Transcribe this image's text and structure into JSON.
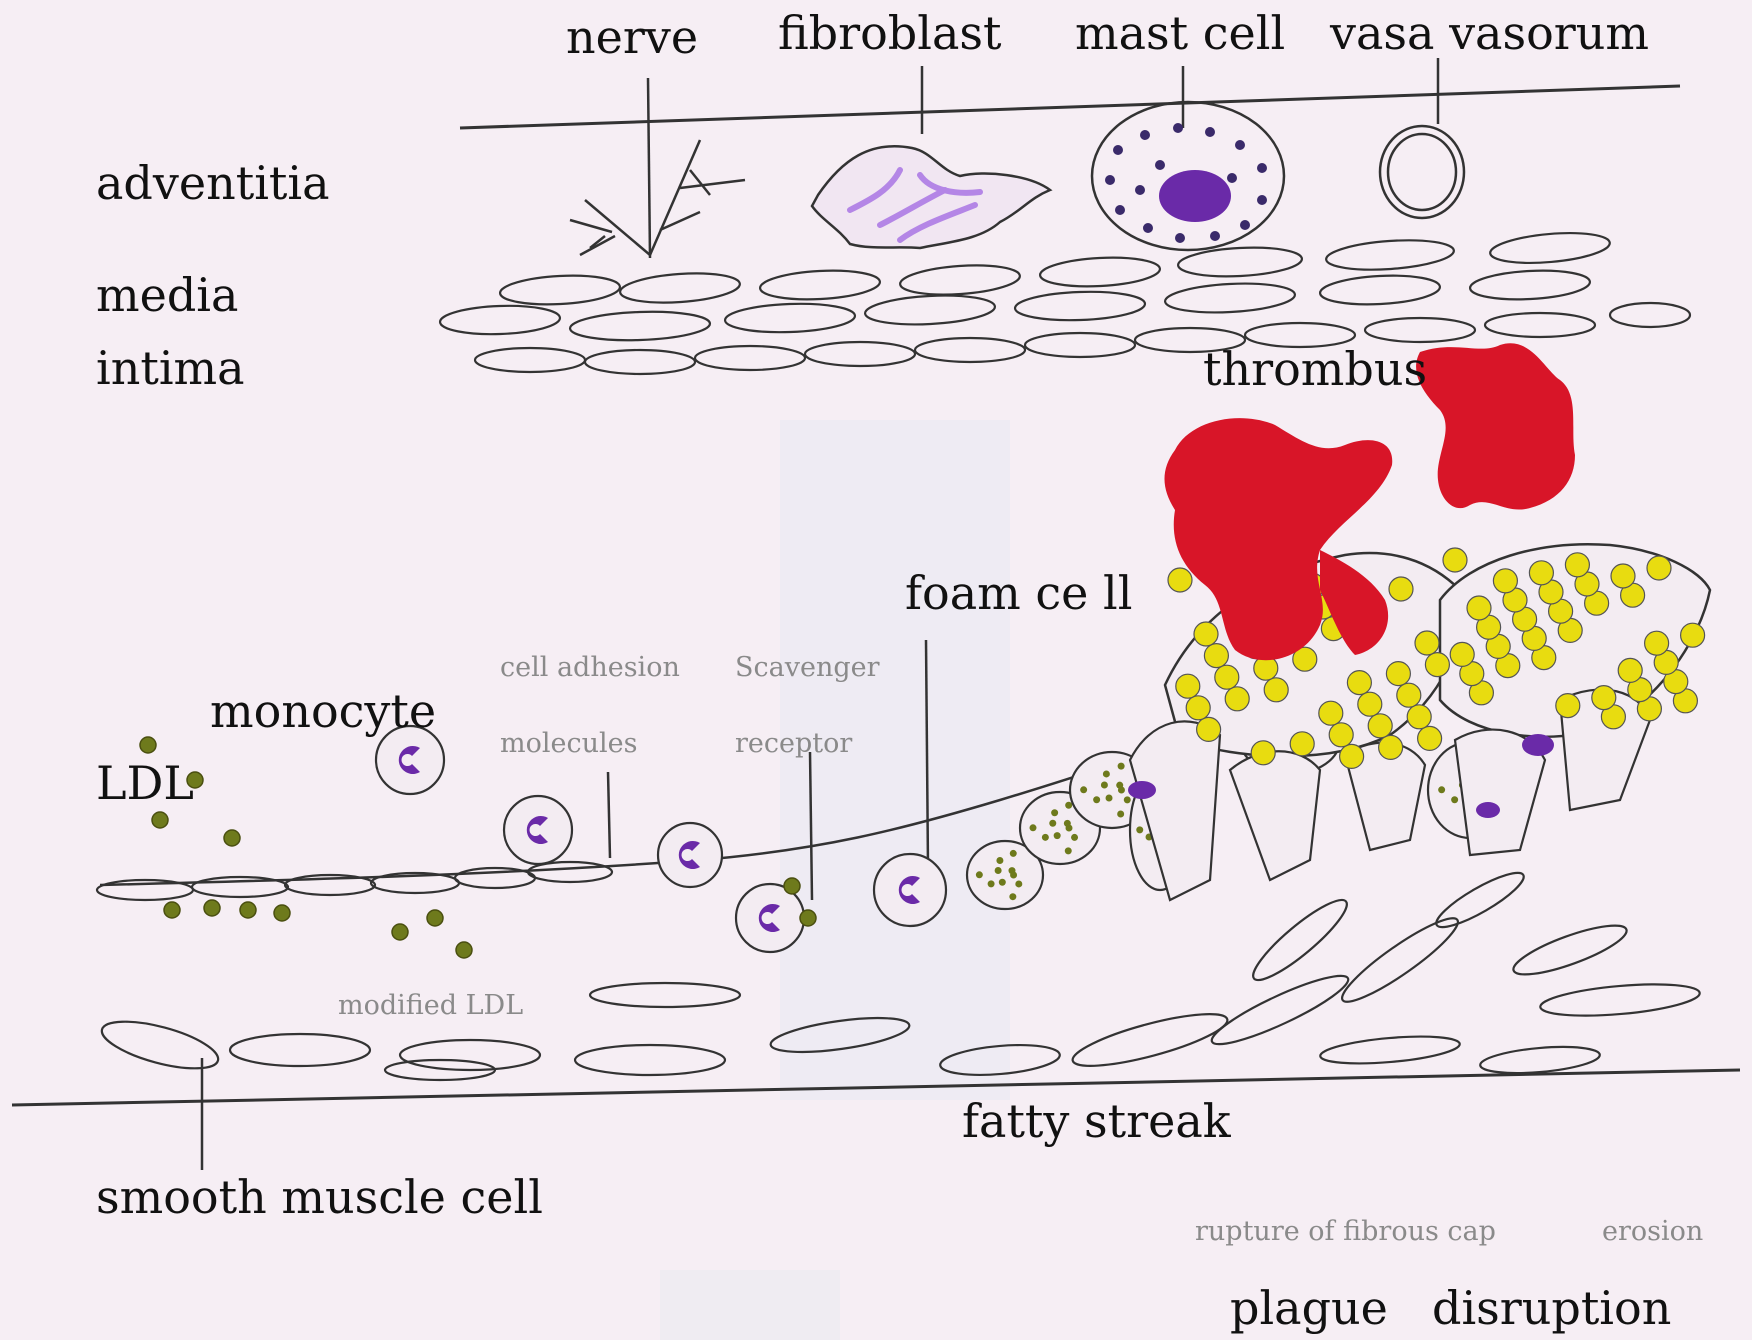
{
  "labels": {
    "nerve": "nerve",
    "fibroblast": "fibroblast",
    "mast_cell": "mast cell",
    "vasa_vasorum": "vasa vasorum",
    "adventitia": "adventitia",
    "media": "media",
    "intima": "intima",
    "thrombus": "thrombus",
    "foam_cell": "foam ce ll",
    "cell_adhesion": "cell adhesion",
    "molecules": "molecules",
    "scavenger": "Scavenger",
    "receptor": "receptor",
    "monocyte": "monocyte",
    "ldl": "LDL",
    "modified_ldl": "modified LDL",
    "fatty_streak": "fatty streak",
    "smooth_muscle_cell": "smooth muscle cell",
    "rupture": "rupture of fibrous cap",
    "erosion": "erosion",
    "plague": "plague",
    "disruption": "disruption"
  },
  "colors": {
    "background": "#f6eef4",
    "line": "#333333",
    "thrombus": "#d81528",
    "lipid": "#e8dc10",
    "nucleus": "#6a2aa8",
    "fibroblast": "#b486e6",
    "ldl": "#6e7a1c"
  }
}
